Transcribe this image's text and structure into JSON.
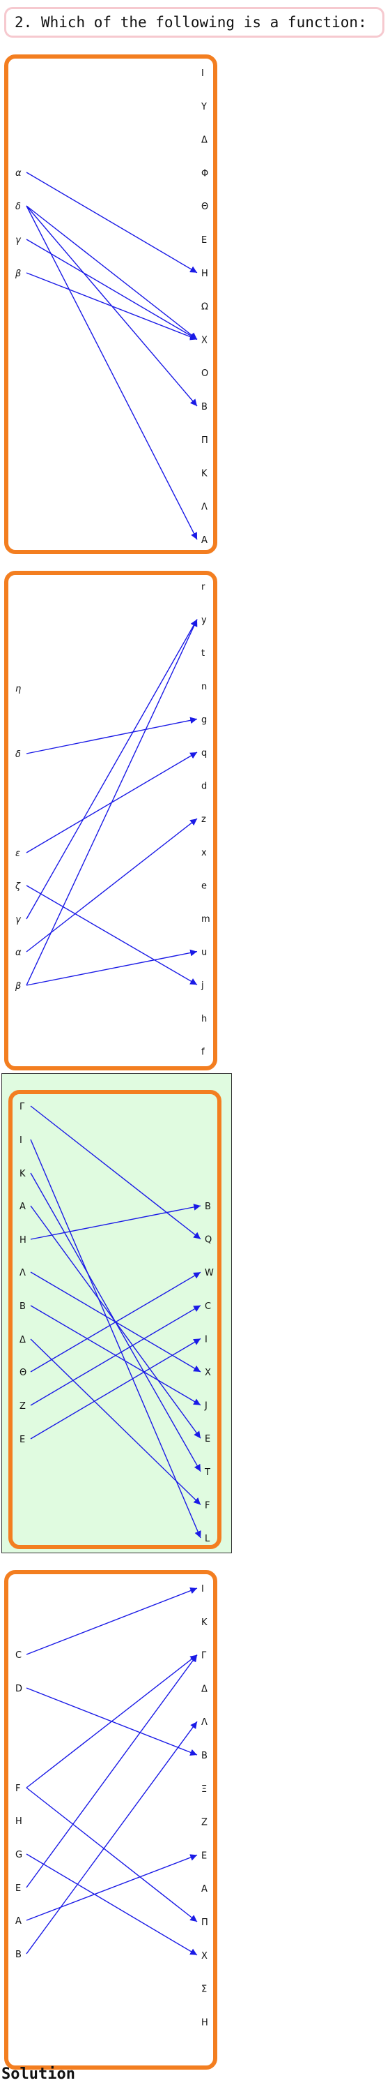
{
  "question": {
    "text": "2. Which of the following is a function:"
  },
  "options": [
    {
      "domain": [
        "α",
        "δ",
        "γ",
        "β"
      ],
      "codomain": [
        "I",
        "Y",
        "Δ",
        "Φ",
        "Θ",
        "E",
        "H",
        "Ω",
        "X",
        "O",
        "B",
        "Π",
        "K",
        "Λ",
        "A"
      ],
      "mappings": [
        [
          "α",
          "H"
        ],
        [
          "δ",
          "X"
        ],
        [
          "δ",
          "B"
        ],
        [
          "δ",
          "A"
        ],
        [
          "γ",
          "X"
        ],
        [
          "β",
          "X"
        ]
      ],
      "highlighted": false
    },
    {
      "domain": [
        "η",
        "δ",
        "ε",
        "ζ",
        "γ",
        "α",
        "β"
      ],
      "codomain": [
        "r",
        "y",
        "t",
        "n",
        "g",
        "q",
        "d",
        "z",
        "x",
        "e",
        "m",
        "u",
        "j",
        "h",
        "f"
      ],
      "mappings": [
        [
          "δ",
          "g"
        ],
        [
          "ε",
          "q"
        ],
        [
          "ζ",
          "j"
        ],
        [
          "γ",
          "y"
        ],
        [
          "α",
          "z"
        ],
        [
          "β",
          "y"
        ],
        [
          "β",
          "u"
        ]
      ],
      "highlighted": false
    },
    {
      "domain": [
        "Γ",
        "I",
        "K",
        "A",
        "H",
        "Λ",
        "B",
        "Δ",
        "Θ",
        "Z",
        "E"
      ],
      "codomain": [
        "B",
        "Q",
        "W",
        "C",
        "I",
        "X",
        "J",
        "E",
        "T",
        "F",
        "L"
      ],
      "mappings": [
        [
          "Γ",
          "Q"
        ],
        [
          "I",
          "L"
        ],
        [
          "K",
          "T"
        ],
        [
          "A",
          "E"
        ],
        [
          "H",
          "B"
        ],
        [
          "Λ",
          "X"
        ],
        [
          "B",
          "J"
        ],
        [
          "Δ",
          "F"
        ],
        [
          "Θ",
          "W"
        ],
        [
          "Z",
          "C"
        ],
        [
          "E",
          "I"
        ]
      ],
      "highlighted": true
    },
    {
      "domain": [
        "C",
        "D",
        "F",
        "H",
        "G",
        "E",
        "A",
        "B"
      ],
      "codomain": [
        "I",
        "K",
        "Γ",
        "Δ",
        "Λ",
        "B",
        "Ξ",
        "Z",
        "E",
        "A",
        "Π",
        "X",
        "Σ",
        "H"
      ],
      "mappings": [
        [
          "C",
          "I"
        ],
        [
          "D",
          "B"
        ],
        [
          "F",
          "Γ"
        ],
        [
          "F",
          "Π"
        ],
        [
          "G",
          "X"
        ],
        [
          "E",
          "Γ"
        ],
        [
          "A",
          "E"
        ],
        [
          "B",
          "Λ"
        ]
      ],
      "highlighted": false
    }
  ],
  "colors": {
    "arrow": "#1a1ae6",
    "panel_border": "#f37e20",
    "highlight_bg": "#e0fbe0",
    "question_border": "#f6c9cf"
  },
  "solution": {
    "label": "Solution"
  }
}
